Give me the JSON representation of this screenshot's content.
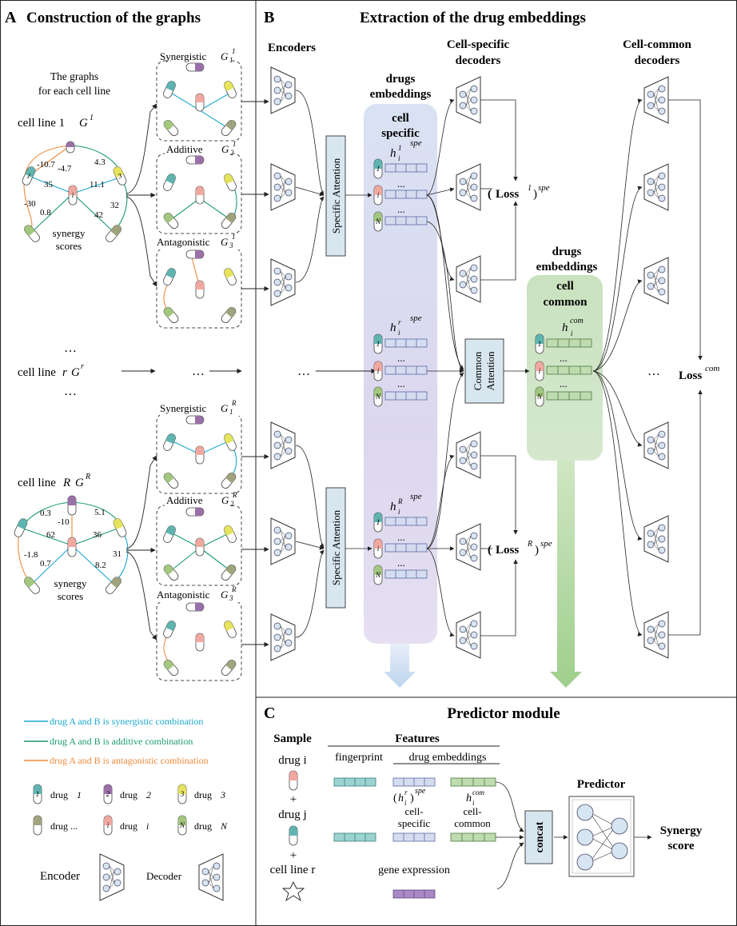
{
  "sections": {
    "a": {
      "letter": "A",
      "title": "Construction of the graphs"
    },
    "b": {
      "letter": "B",
      "title": "Extraction of the drug embeddings"
    },
    "c": {
      "letter": "C",
      "title": "Predictor module"
    }
  },
  "panel_a": {
    "graphs_note_1": "The graphs",
    "graphs_note_2": "for each cell line",
    "cell_line_1": "cell line 1",
    "cell_line_r": "cell line",
    "cell_line_R": "cell line",
    "sym_1": "1",
    "sym_r": "r",
    "sym_R": "R",
    "G": "G",
    "ellipsis": "…",
    "synergy_scores_1": "synergy",
    "synergy_scores_2": "scores",
    "graph_1_scores": [
      "-10.7",
      "-4.7",
      "4.3",
      "35",
      "11.1",
      "-30",
      "0.8",
      "32",
      "42"
    ],
    "graph_R_scores": [
      "0.3",
      "-10",
      "5.1",
      "62",
      "36",
      "-1.8",
      "0.7",
      "31",
      "8.2"
    ],
    "synergistic": "Synergistic",
    "additive": "Additive",
    "antagonistic": "Antagonistic",
    "sub_1": "1",
    "sub_2": "2",
    "sub_3": "3",
    "legend": {
      "synergistic": "drug A and B is synergistic combination",
      "additive": "drug A and B is additive combination",
      "antagonistic": "drug A and B is antagonistic combination",
      "drug_1": "drug",
      "drug_1_sym": "1",
      "drug_2": "drug",
      "drug_2_sym": "2",
      "drug_3": "drug",
      "drug_3_sym": "3",
      "drug_dots": "drug ...",
      "drug_i": "drug",
      "drug_i_sym": "i",
      "drug_N": "drug",
      "drug_N_sym": "N",
      "encoder": "Encoder",
      "decoder": "Decoder"
    },
    "pill_labels": {
      "one": "1",
      "two": "2",
      "three": "3",
      "i": "i",
      "N": "N",
      "dots": "⋮"
    }
  },
  "panel_b": {
    "encoders": "Encoders",
    "cell_specific_decoders_1": "Cell-specific",
    "cell_specific_decoders_2": "decoders",
    "cell_common_decoders_1": "Cell-common",
    "cell_common_decoders_2": "decoders",
    "drugs_embeddings_1": "drugs",
    "drugs_embeddings_2": "embeddings",
    "cell_specific_1": "cell",
    "cell_specific_2": "specific",
    "cell_common_1": "cell",
    "cell_common_2": "common",
    "specific_attention": "Specific Attention",
    "common_attention_1": "Common",
    "common_attention_2": "Attention",
    "h": "h",
    "h_i": "i",
    "spe": "spe",
    "com": "com",
    "sup_1": "1",
    "sup_r": "r",
    "sup_R": "R",
    "loss": "Loss",
    "dots": "...",
    "ellipsis": "…"
  },
  "panel_c": {
    "sample": "Sample",
    "features": "Features",
    "fingerprint": "fingerprint",
    "drug_embeddings": "drug embeddings",
    "drug_i": "drug i",
    "plus": "+",
    "drug_j": "drug j",
    "cell_line_r": "cell line  r",
    "gene_expression": "gene expression",
    "cell_specific_1": "cell-",
    "cell_specific_2": "specific",
    "cell_common_1": "cell-",
    "cell_common_2": "common",
    "concat": "concat",
    "predictor": "Predictor",
    "synergy_score_1": "Synergy",
    "synergy_score_2": "score"
  },
  "colors": {
    "synergistic": "#1ba8d0",
    "additive": "#1a9a72",
    "antagonistic": "#ef8a3c",
    "drug_1": "#5fb4b0",
    "drug_2": "#9a70a8",
    "drug_3": "#e6e35c",
    "drug_dots": "#a1a37e",
    "drug_i": "#f1a8a0",
    "drug_N": "#a3c77e",
    "fingerprint": "#9bd3d0",
    "specific_embedding": "#d6dcf0",
    "common_embedding": "#bfdcb0",
    "gene_expression": "#a889c4",
    "attention_box": "#d8e6f0"
  }
}
